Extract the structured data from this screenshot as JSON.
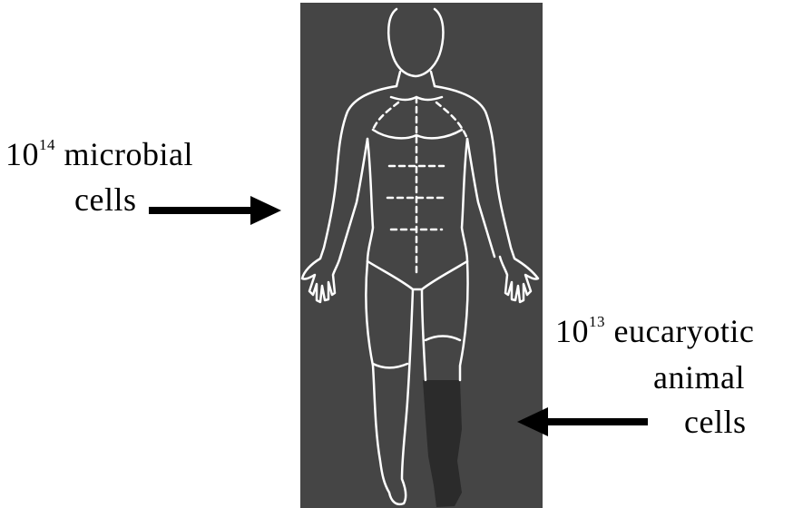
{
  "labels": {
    "microbial": {
      "base": "10",
      "exponent": "14",
      "line1_rest": "microbial",
      "line2": "cells"
    },
    "eucaryotic": {
      "base": "10",
      "exponent": "13",
      "line1_rest": "eucaryotic",
      "line2": "animal",
      "line3": "cells"
    }
  },
  "colors": {
    "panel_background": "#454545",
    "outline": "#ffffff",
    "highlighted_leg": "#2b2b2b",
    "text": "#000000",
    "arrow": "#000000"
  }
}
